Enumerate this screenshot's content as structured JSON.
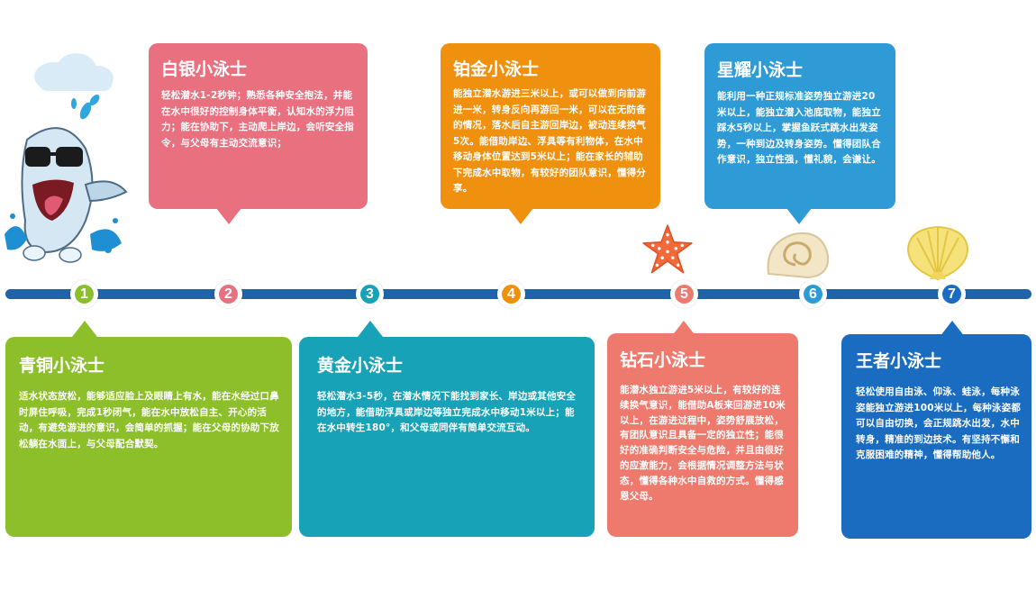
{
  "colors": {
    "bar": "#1f63a8",
    "bronze": "#8cbf2a",
    "silver": "#e9707f",
    "gold": "#18a2b7",
    "platinum": "#f0900f",
    "diamond": "#ee7a6e",
    "star": "#2e9bd7",
    "king": "#1a6cc0"
  },
  "levels": [
    {
      "num": "1",
      "title": "青铜小泳士",
      "desc": "适水状态放松，能够适应脸上及眼睛上有水，能在水经过口鼻时屏住呼吸，完成1秒闭气，能在水中放松自主、开心的活动，有避免游进的意识，会简单的抓握；能在父母的协助下放松躺在水面上，与父母配合默契。"
    },
    {
      "num": "2",
      "title": "白银小泳士",
      "desc": "轻松潜水1-2秒钟；熟悉各种安全抱法，并能在水中很好的控制身体平衡，认知水的浮力阻力；能在协助下，主动爬上岸边，会听安全指令，与父母有主动交流意识；"
    },
    {
      "num": "3",
      "title": "黄金小泳士",
      "desc": "轻松潜水3-5秒，在潜水情况下能找到家长、岸边或其他安全的地方，能借助浮具或岸边等独立完成水中移动1米以上；能在水中转生180°，和父母或同伴有简单交流互动。"
    },
    {
      "num": "4",
      "title": "铂金小泳士",
      "desc": "能独立潜水游进三米以上，或可以做到向前游进一米，转身反向再游回一米，可以在无防备的情况，落水后自主游回岸边，被动连续换气5次。能借助岸边、浮具等有利物体，在水中移动身体位置达到5米以上；能在家长的辅助下完成水中取物，有较好的团队意识，懂得分享。"
    },
    {
      "num": "5",
      "title": "钻石小泳士",
      "desc": "能潜水独立游进5米以上，有较好的连续换气意识，能借助A板来回游进10米以上，在游进过程中，姿势舒展放松，有团队意识且具备一定的独立性；能很好的准确判断安全与危险，并且由很好的应激能力，会根据情况调整方法与状态，懂得各种水中自救的方式。懂得感恩父母。"
    },
    {
      "num": "6",
      "title": "星耀小泳士",
      "desc": "能利用一种正规标准姿势独立游进20米以上，能独立潜入池底取物，能独立踩水5秒以上，掌握鱼跃式跳水出发姿势，一种到边及转身姿势。懂得团队合作意识，独立性强，懂礼貌，会谦让。"
    },
    {
      "num": "7",
      "title": "王者小泳士",
      "desc": "轻松使用自由泳、仰泳、蛙泳，每种泳姿能独立游进100米以上，每种泳姿都可以自由切换，会正规跳水出发，水中转身，精准的到边技术。有坚持不懈和克服困难的精神，懂得帮助他人。"
    }
  ]
}
